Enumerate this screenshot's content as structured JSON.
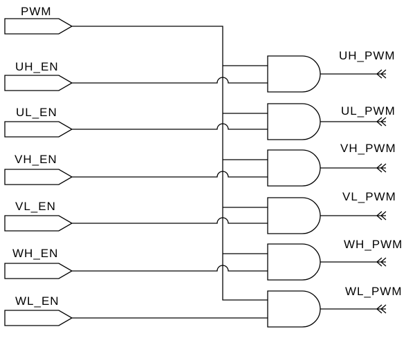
{
  "inputs": [
    {
      "id": "pwm",
      "label": "PWM"
    },
    {
      "id": "uh_en",
      "label": "UH_EN"
    },
    {
      "id": "ul_en",
      "label": "UL_EN"
    },
    {
      "id": "vh_en",
      "label": "VH_EN"
    },
    {
      "id": "vl_en",
      "label": "VL_EN"
    },
    {
      "id": "wh_en",
      "label": "WH_EN"
    },
    {
      "id": "wl_en",
      "label": "WL_EN"
    }
  ],
  "outputs": [
    {
      "id": "uh_pwm",
      "label": "UH_PWM"
    },
    {
      "id": "ul_pwm",
      "label": "UL_PWM"
    },
    {
      "id": "vh_pwm",
      "label": "VH_PWM"
    },
    {
      "id": "vl_pwm",
      "label": "VL_PWM"
    },
    {
      "id": "wh_pwm",
      "label": "WH_PWM"
    },
    {
      "id": "wl_pwm",
      "label": "WL_PWM"
    }
  ],
  "gate_type": "AND",
  "colors": {
    "line": "#000000",
    "background": "#ffffff"
  }
}
